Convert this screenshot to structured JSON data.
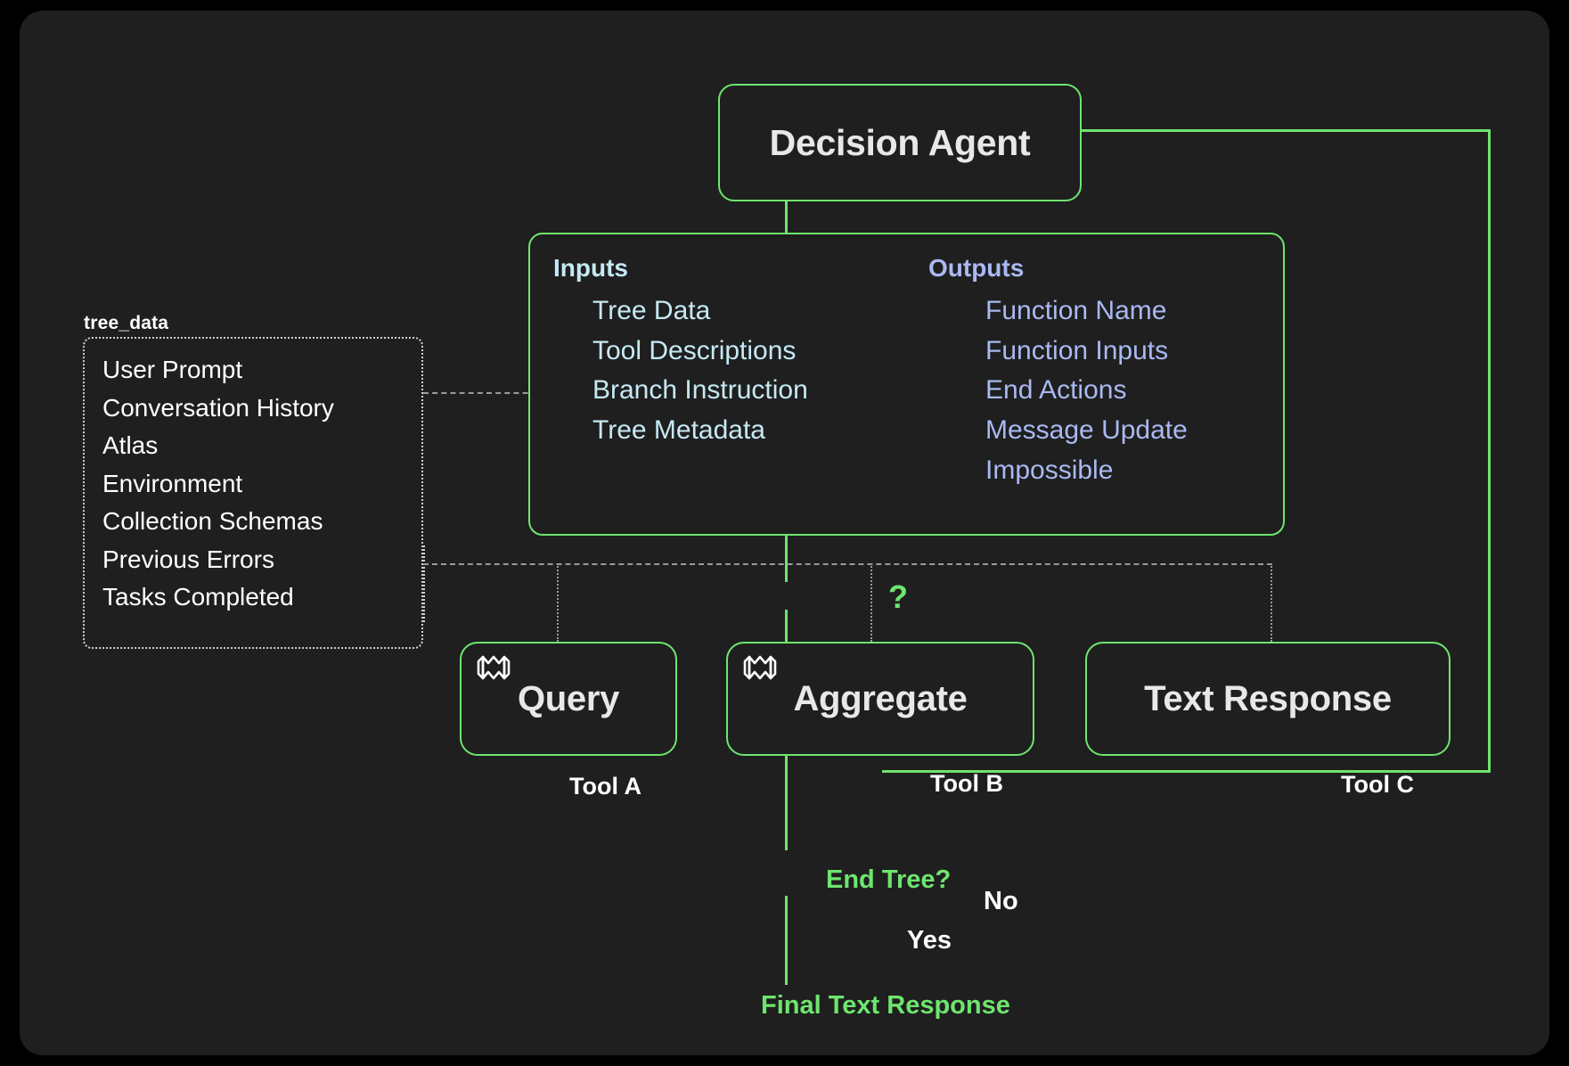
{
  "theme": {
    "background": "#000000",
    "panel": "#1f1f1f",
    "accent_green": "#6ee56e",
    "input_text": "#c6e9f4",
    "output_text": "#a9b9f2",
    "node_title": "#e8e8e8",
    "plain_text": "#ffffff",
    "dotted_border": "#cfcfcf"
  },
  "decision_agent": {
    "title": "Decision Agent"
  },
  "io_panel": {
    "inputs": {
      "heading": "Inputs",
      "items": [
        "Tree Data",
        "Tool Descriptions",
        "Branch Instruction",
        "Tree Metadata"
      ]
    },
    "outputs": {
      "heading": "Outputs",
      "items": [
        "Function Name",
        "Function Inputs",
        "End Actions",
        "Message Update",
        "Impossible"
      ]
    }
  },
  "tree_data": {
    "label": "tree_data",
    "items": [
      "User Prompt",
      "Conversation History",
      "Atlas",
      "Environment",
      "Collection Schemas",
      "Previous Errors",
      "Tasks Completed"
    ]
  },
  "tools": [
    {
      "title": "Query",
      "caption": "Tool A",
      "icon": "book-pages-icon"
    },
    {
      "title": "Aggregate",
      "caption": "Tool B",
      "icon": "book-pages-icon"
    },
    {
      "title": "Text Response",
      "caption": "Tool C",
      "icon": null
    }
  ],
  "flow": {
    "branch_marker": "?",
    "decision_label": "End Tree?",
    "no_label": "No",
    "yes_label": "Yes",
    "terminal_label": "Final Text Response"
  }
}
